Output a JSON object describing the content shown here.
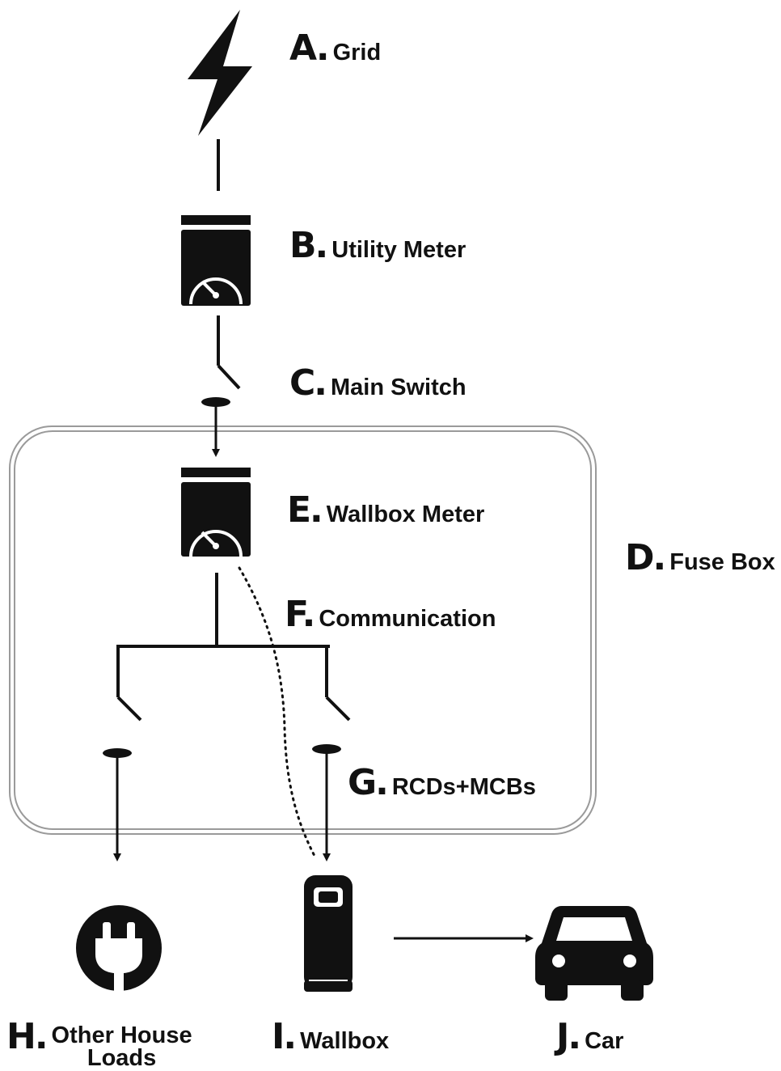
{
  "colors": {
    "ink": "#111111",
    "frame": "#9a9a9a",
    "background": "#ffffff"
  },
  "components": [
    {
      "letter": "A.",
      "name": "Grid",
      "icon": "lightning-bolt-icon"
    },
    {
      "letter": "B.",
      "name": "Utility Meter",
      "icon": "meter-icon"
    },
    {
      "letter": "C.",
      "name": "Main Switch",
      "icon": "switch-icon"
    },
    {
      "letter": "D.",
      "name": "Fuse Box",
      "icon": "enclosure-frame"
    },
    {
      "letter": "E.",
      "name": "Wallbox Meter",
      "icon": "meter-icon"
    },
    {
      "letter": "F.",
      "name": "Communication",
      "icon": "dotted-link"
    },
    {
      "letter": "G.",
      "name": "RCDs+MCBs",
      "icon": "breaker-icon"
    },
    {
      "letter": "H.",
      "name_lines": [
        "Other House",
        "Loads"
      ],
      "icon": "plug-icon"
    },
    {
      "letter": "I.",
      "name": "Wallbox",
      "icon": "wallbox-icon"
    },
    {
      "letter": "J.",
      "name": "Car",
      "icon": "car-icon"
    }
  ]
}
